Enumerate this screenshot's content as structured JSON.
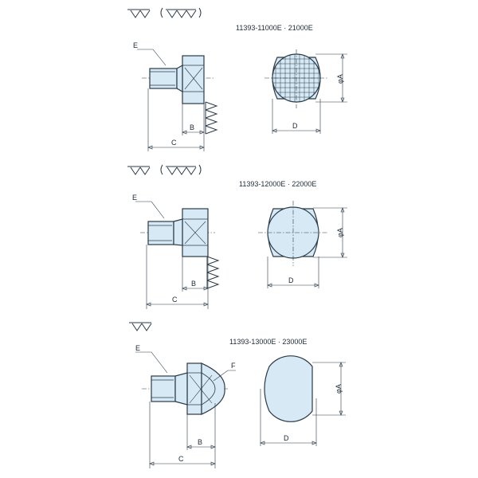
{
  "views": [
    {
      "model": "11393-11000E · 21000E",
      "face": "knurled",
      "finish_marks": 5,
      "labels": {
        "E": "E",
        "B": "B",
        "C": "C",
        "D": "D",
        "A": "φA"
      }
    },
    {
      "model": "11393-12000E · 22000E",
      "face": "flat",
      "finish_marks": 5,
      "labels": {
        "E": "E",
        "B": "B",
        "C": "C",
        "D": "D",
        "A": "φA"
      }
    },
    {
      "model": "11393-13000E · 23000E",
      "face": "domed",
      "finish_marks": 2,
      "labels": {
        "E": "E",
        "F": "F",
        "B": "B",
        "C": "C",
        "D": "D",
        "A": "φA"
      }
    }
  ]
}
